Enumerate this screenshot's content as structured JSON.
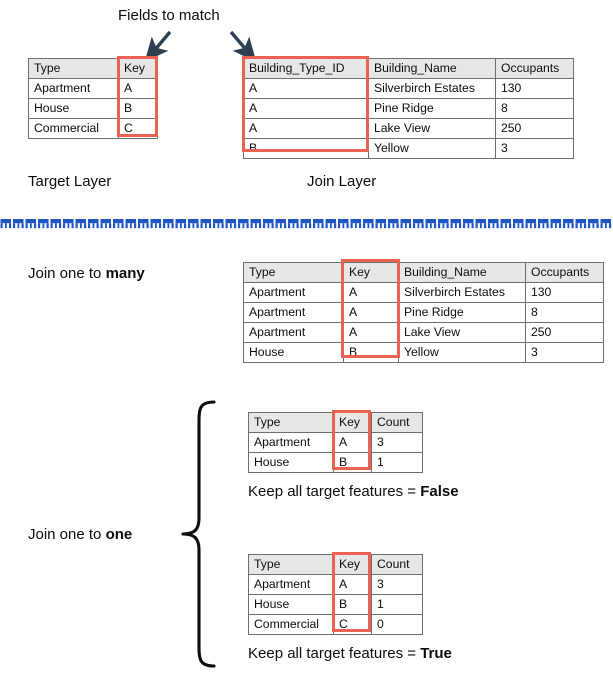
{
  "title_note": "Fields to match",
  "labels": {
    "target_layer": "Target Layer",
    "join_layer": "Join Layer",
    "join_one_to_many_pre": "Join one to ",
    "join_one_to_many_bold": "many",
    "join_one_to_one_pre": "Join one to ",
    "join_one_to_one_bold": "one",
    "keep_false_pre": "Keep all target features = ",
    "keep_false_bold": "False",
    "keep_true_pre": "Keep all target features = ",
    "keep_true_bold": "True"
  },
  "colors": {
    "highlight_red": "#ea6352",
    "header_grey": "#e7e7e7",
    "border_grey": "#6e6e6e",
    "arrow_navy": "#2e3f52",
    "divider_blue": "#1f56c4",
    "brace_black": "#0d0d0d"
  },
  "tables": {
    "target_layer": {
      "name": "Target Layer",
      "headers": [
        "Type",
        "Key"
      ],
      "rows": [
        [
          "Apartment",
          "A"
        ],
        [
          "House",
          "B"
        ],
        [
          "Commercial",
          "C"
        ]
      ],
      "highlight_column": "Key"
    },
    "join_layer": {
      "name": "Join Layer",
      "headers": [
        "Building_Type_ID",
        "Building_Name",
        "Occupants"
      ],
      "rows": [
        [
          "A",
          "Silverbirch Estates",
          "130"
        ],
        [
          "A",
          "Pine Ridge",
          "8"
        ],
        [
          "A",
          "Lake View",
          "250"
        ],
        [
          "B",
          "Yellow",
          "3"
        ]
      ],
      "highlight_column": "Building_Type_ID"
    },
    "one_to_many_result": {
      "name": "Join one to many result",
      "headers": [
        "Type",
        "Key",
        "Building_Name",
        "Occupants"
      ],
      "rows": [
        [
          "Apartment",
          "A",
          "Silverbirch Estates",
          "130"
        ],
        [
          "Apartment",
          "A",
          "Pine Ridge",
          "8"
        ],
        [
          "Apartment",
          "A",
          "Lake View",
          "250"
        ],
        [
          "House",
          "B",
          "Yellow",
          "3"
        ]
      ],
      "highlight_column": "Key"
    },
    "one_to_one_false": {
      "name": "Join one to one, keep all target features False",
      "headers": [
        "Type",
        "Key",
        "Count"
      ],
      "rows": [
        [
          "Apartment",
          "A",
          "3"
        ],
        [
          "House",
          "B",
          "1"
        ]
      ],
      "highlight_column": "Key"
    },
    "one_to_one_true": {
      "name": "Join one to one, keep all target features True",
      "headers": [
        "Type",
        "Key",
        "Count"
      ],
      "rows": [
        [
          "Apartment",
          "A",
          "3"
        ],
        [
          "House",
          "B",
          "1"
        ],
        [
          "Commercial",
          "C",
          "0"
        ]
      ],
      "highlight_column": "Key"
    }
  },
  "icons": {
    "arrow_left": "arrow-down-left-icon",
    "arrow_right": "arrow-down-right-icon",
    "brace": "curly-brace-icon",
    "divider": "decorative-divider-icon"
  }
}
